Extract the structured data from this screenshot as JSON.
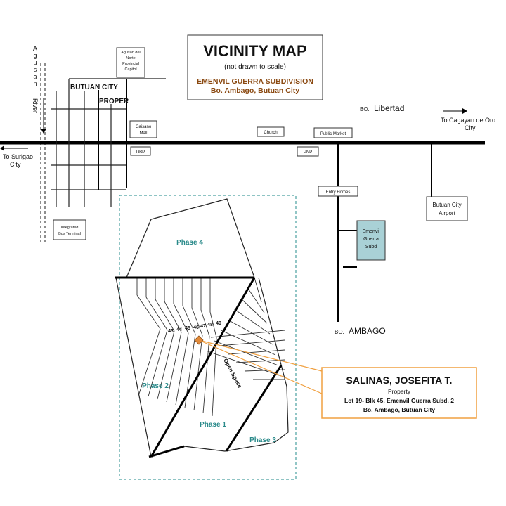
{
  "title": {
    "main": "VICINITY MAP",
    "note": "(not drawn to scale)",
    "subdivision": "EMENVIL GUERRA SUBDIVISION",
    "location": "Bo. Ambago, Butuan City"
  },
  "river": {
    "letters": [
      "A",
      "g",
      "u",
      "s",
      "a",
      "n"
    ],
    "word": "River"
  },
  "labels": {
    "butuan_city": "BUTUAN CITY",
    "proper": "PROPER",
    "libertad": "Libertad",
    "libertad_prefix": "BO.",
    "ambago": "AMBAGO",
    "ambago_prefix": "BO.",
    "to_surigao_1": "To Surigao",
    "to_surigao_2": "City",
    "to_cdo_1": "To Cagayan de Oro",
    "to_cdo_2": "City"
  },
  "landmarks": {
    "capitol": [
      "Agusan del",
      "Norte",
      "Provincial",
      "Capitol"
    ],
    "gaisano": [
      "Gaisano",
      "Mall"
    ],
    "dbp": "DBP",
    "church": "Church",
    "public_market": "Public Market",
    "pnp": "PNP",
    "entry_homes": "Entry Homes",
    "emenvil_box": [
      "Emenvil",
      "Guerra",
      "Subd"
    ],
    "airport": [
      "Butuan City",
      "Airport"
    ],
    "terminal": [
      "Integrated",
      "Bus Terminal"
    ]
  },
  "phases": {
    "phase1": "Phase 1",
    "phase2": "Phase 2",
    "phase3": "Phase 3",
    "phase4": "Phase 4",
    "open_space": "Open Space"
  },
  "lots": [
    "43",
    "44",
    "45",
    "46",
    "47",
    "48",
    "49"
  ],
  "callout": {
    "owner": "SALINAS, JOSEFITA T.",
    "line1": "Property",
    "line2": "Lot 19- Blk 45, Emenvil Guerra Subd. 2",
    "line3": "Bo. Ambago, Butuan City"
  },
  "colors": {
    "teal": "#2a8a8a",
    "subd_fill": "#a9d1d6",
    "title_brown": "#8b4a12",
    "callout_orange": "#f0a040",
    "marker": "#e08a3a",
    "site_border": "#4aa0a0"
  }
}
